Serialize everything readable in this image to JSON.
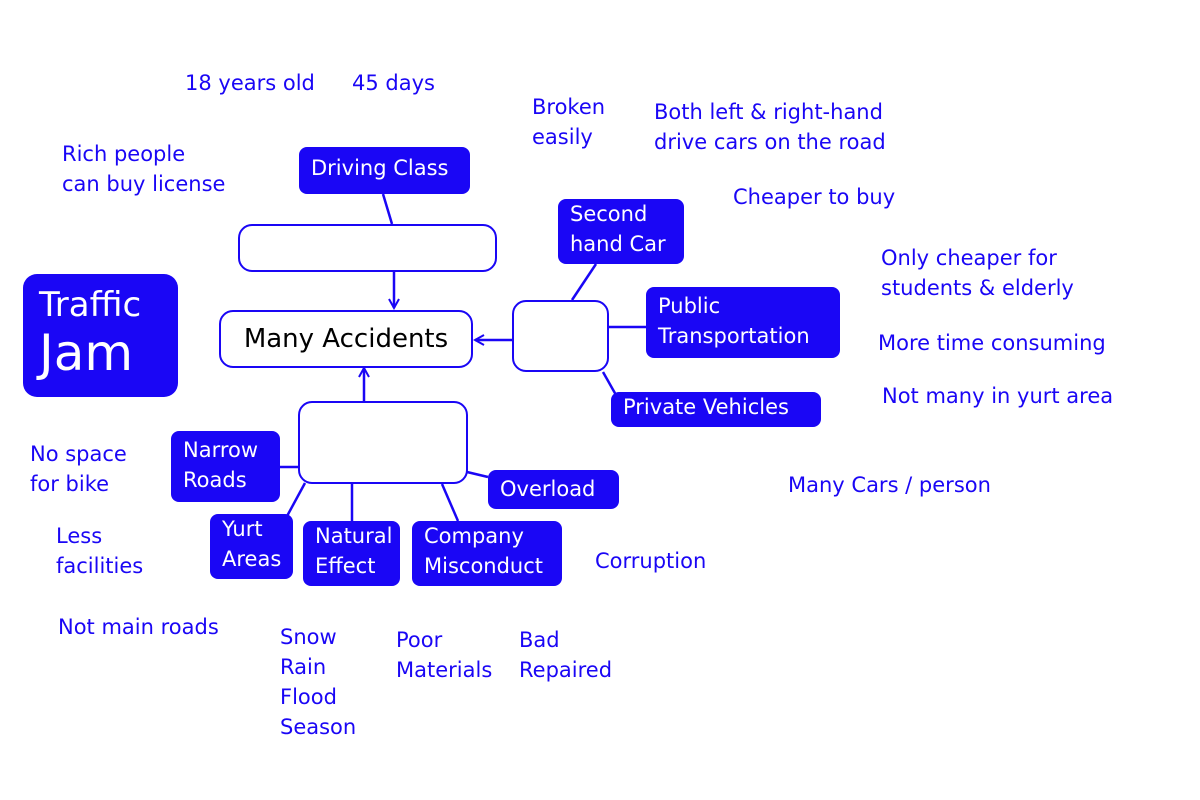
{
  "title": {
    "line1": "Traffic",
    "line2": "Jam"
  },
  "center": {
    "label": "Many Accidents"
  },
  "causes": {
    "driving_class": "Driving Class",
    "second_hand_car": "Second\nhand Car",
    "public_transportation": "Public\nTransportation",
    "private_vehicles": "Private Vehicles",
    "narrow_roads": "Narrow\nRoads",
    "yurt_areas": "Yurt\nAreas",
    "natural_effect": "Natural\nEffect",
    "company_misconduct": "Company\nMisconduct",
    "overload": "Overload"
  },
  "notes": {
    "age": "18 years old",
    "days": "45 days",
    "rich_people": "Rich people\ncan buy license",
    "broken_easily": "Broken\neasily",
    "both_hand_drive": "Both left & right-hand\ndrive cars on the road",
    "cheaper_to_buy": "Cheaper to buy",
    "only_cheaper": "Only cheaper for\nstudents & elderly",
    "time_consuming": "More time consuming",
    "not_many_yurt": "Not many in yurt area",
    "many_cars": "Many Cars / person",
    "no_space_bike": "No space\nfor bike",
    "less_facilities": "Less\nfacilities",
    "not_main_roads": "Not main roads",
    "weather": "Snow\nRain\nFlood\nSeason",
    "poor_materials": "Poor\nMaterials",
    "bad_repaired": "Bad\nRepaired",
    "corruption": "Corruption"
  },
  "colors": {
    "accent": "#1a06f5",
    "background": "#ffffff",
    "center_text": "#000000"
  }
}
